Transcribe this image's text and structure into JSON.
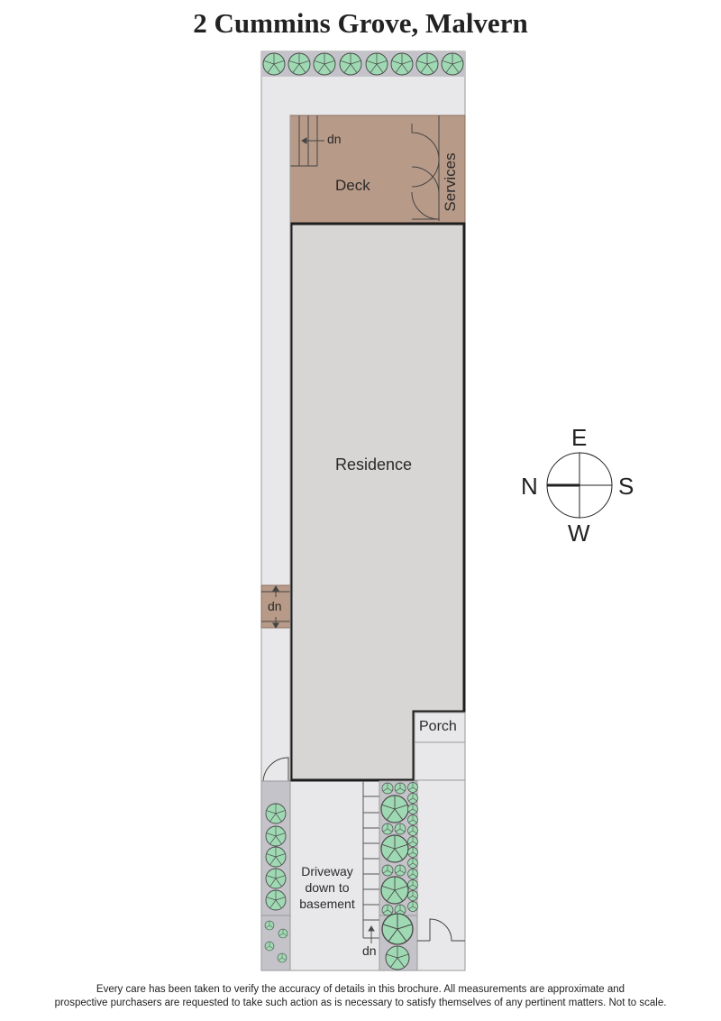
{
  "title": "2 Cummins Grove, Malvern",
  "rooms": {
    "deck": "Deck",
    "services": "Services",
    "residence": "Residence",
    "porch": "Porch",
    "driveway_line1": "Driveway",
    "driveway_line2": "down to",
    "driveway_line3": "basement"
  },
  "stair_labels": {
    "deck_stairs": "dn",
    "side_stairs": "dn",
    "driveway_stairs": "dn"
  },
  "compass": {
    "top": "E",
    "left": "N",
    "right": "S",
    "bottom": "W"
  },
  "disclaimer": {
    "line1": "Every care has been taken to verify the accuracy of details in this brochure. All measurements are approximate and",
    "line2": "prospective purchasers are requested to take such action as is necessary to satisfy themselves of any pertinent matters. Not to scale."
  },
  "colors": {
    "lot": "#e8e8ea",
    "deck": "#b89a88",
    "residence": "#d7d6d4",
    "garden_bed": "#c4c3c9",
    "tree": "#9fd9b3",
    "outline": "#1e1e1e"
  }
}
